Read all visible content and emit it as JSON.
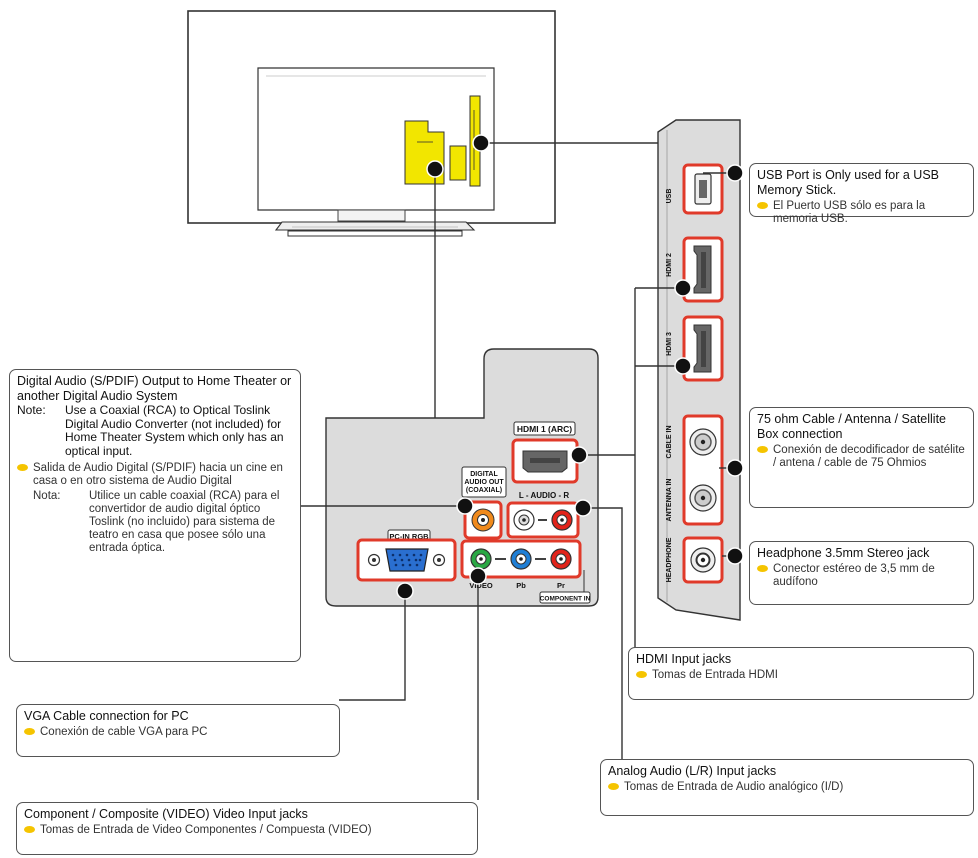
{
  "panel_labels": {
    "hdmi1": "HDMI 1 (ARC)",
    "digital_audio": [
      "DIGITAL",
      "AUDIO OUT",
      "(COAXIAL)"
    ],
    "audio_lr": "L - AUDIO - R",
    "pc_in": "PC-IN RGB",
    "video": "VIDEO",
    "pb": "Pb",
    "pr": "Pr",
    "component_in": "COMPONENT IN",
    "usb": "USB",
    "hdmi2": "HDMI 2",
    "hdmi3": "HDMI 3",
    "cable_in": "CABLE IN",
    "antenna_in": "ANTENNA IN",
    "headphone": "HEADPHONE"
  },
  "callouts": {
    "usb": {
      "title": "USB Port is Only used for a USB Memory Stick.",
      "sub": "El Puerto USB sólo es para la memoria USB."
    },
    "cable": {
      "title": "75 ohm Cable / Antenna / Satellite Box connection",
      "sub": "Conexión de decodificador de satélite / antena / cable de 75 Ohmios"
    },
    "headphone": {
      "title": "Headphone 3.5mm Stereo jack",
      "sub": "Conector estéreo de 3,5 mm de audífono"
    },
    "hdmi": {
      "title": "HDMI Input jacks",
      "sub": "Tomas de Entrada HDMI"
    },
    "analog": {
      "title": "Analog Audio (L/R) Input jacks",
      "sub": "Tomas de Entrada de Audio analógico (I/D)"
    },
    "component": {
      "title": "Component / Composite (VIDEO) Video Input jacks",
      "sub": "Tomas de Entrada de Video Componentes / Compuesta (VIDEO)"
    },
    "vga": {
      "title": "VGA Cable connection for PC",
      "sub": "Conexión de cable VGA para PC"
    },
    "digital": {
      "title": "Digital Audio (S/PDIF) Output to Home Theater or another Digital Audio System",
      "note_label": "Note:",
      "note": "Use a Coaxial (RCA) to Optical Toslink Digital Audio Converter (not included) for Home Theater System which only has an optical input.",
      "sub": "Salida de Audio Digital (S/PDIF) hacia un cine en casa o en otro sistema de Audio Digital",
      "nota_label": "Nota:",
      "nota": "Utilice un cable coaxial (RCA) para el convertidor de audio digital óptico Toslink (no incluido) para sistema de teatro en casa que posee sólo una entrada óptica."
    }
  },
  "colors": {
    "highlight": "#e03a2a",
    "bullet": "#f5c400",
    "tv_yellow": "#f2e600",
    "panel_fill": "#dcdcdc",
    "coax_orange": "#f08a1c",
    "rca_red": "#e2231a",
    "rca_green": "#2aa844",
    "rca_blue": "#1f7fd6",
    "vga_blue": "#2a6fd0"
  }
}
